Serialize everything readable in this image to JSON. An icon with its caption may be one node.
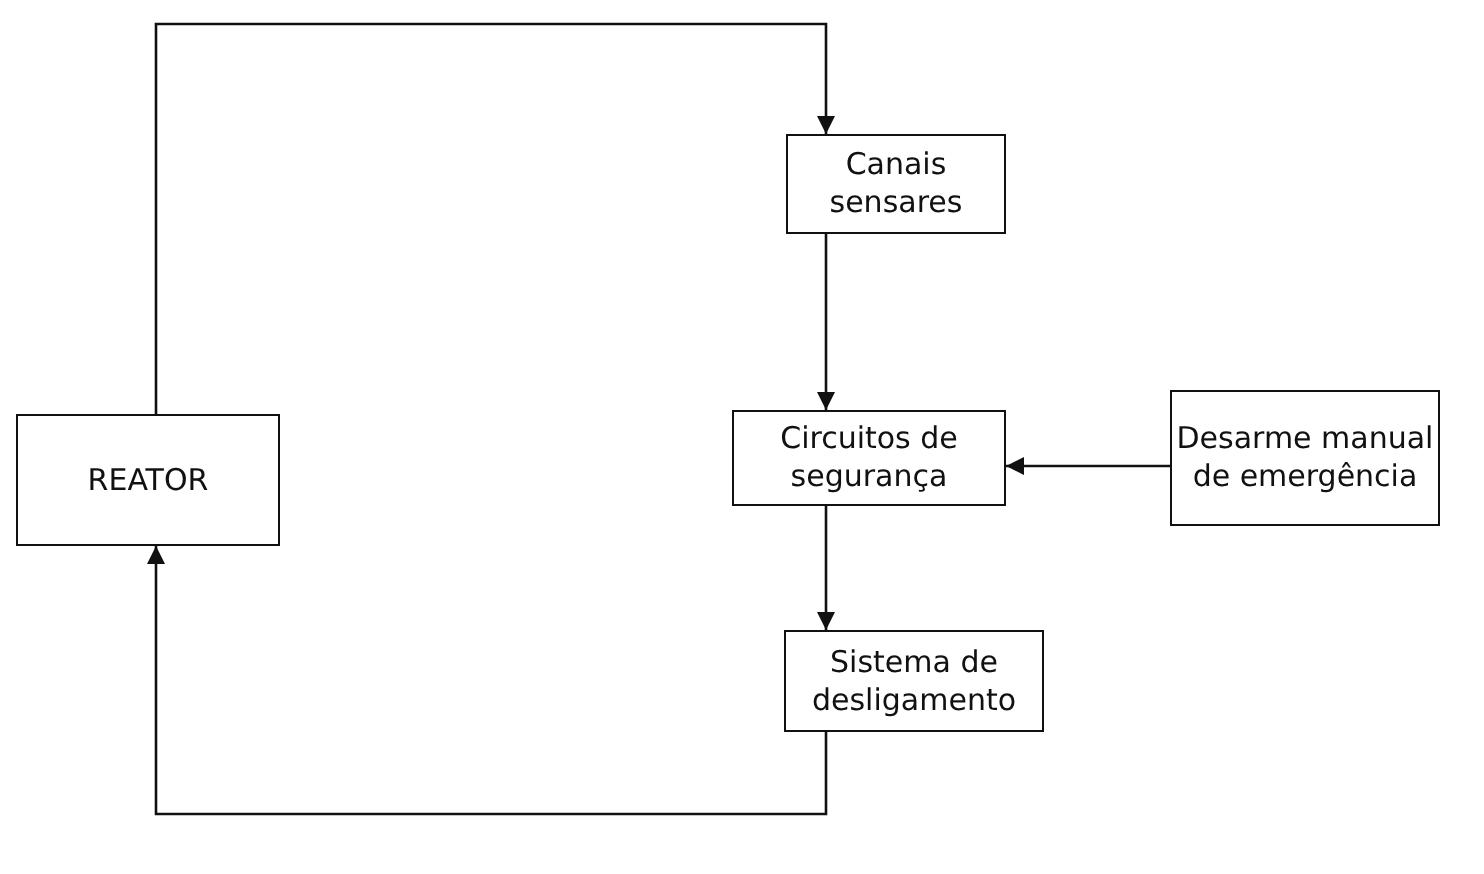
{
  "diagram": {
    "nodes": [
      {
        "text": [
          "REATOR"
        ]
      },
      {
        "text": [
          "Canais sensares"
        ]
      },
      {
        "text": [
          "Circuitos de segurança"
        ]
      },
      {
        "text": [
          "Desarme manual de emergência"
        ]
      },
      {
        "text": [
          "Sistema de desligamento"
        ]
      }
    ],
    "edges": [
      {
        "from": 0,
        "to": 1,
        "arrow": "to"
      },
      {
        "from": 1,
        "to": 2,
        "arrow": "to"
      },
      {
        "from": 3,
        "to": 2,
        "arrow": "to"
      },
      {
        "from": 2,
        "to": 4,
        "arrow": "to"
      },
      {
        "from": 4,
        "to": 0,
        "arrow": "to"
      }
    ]
  }
}
